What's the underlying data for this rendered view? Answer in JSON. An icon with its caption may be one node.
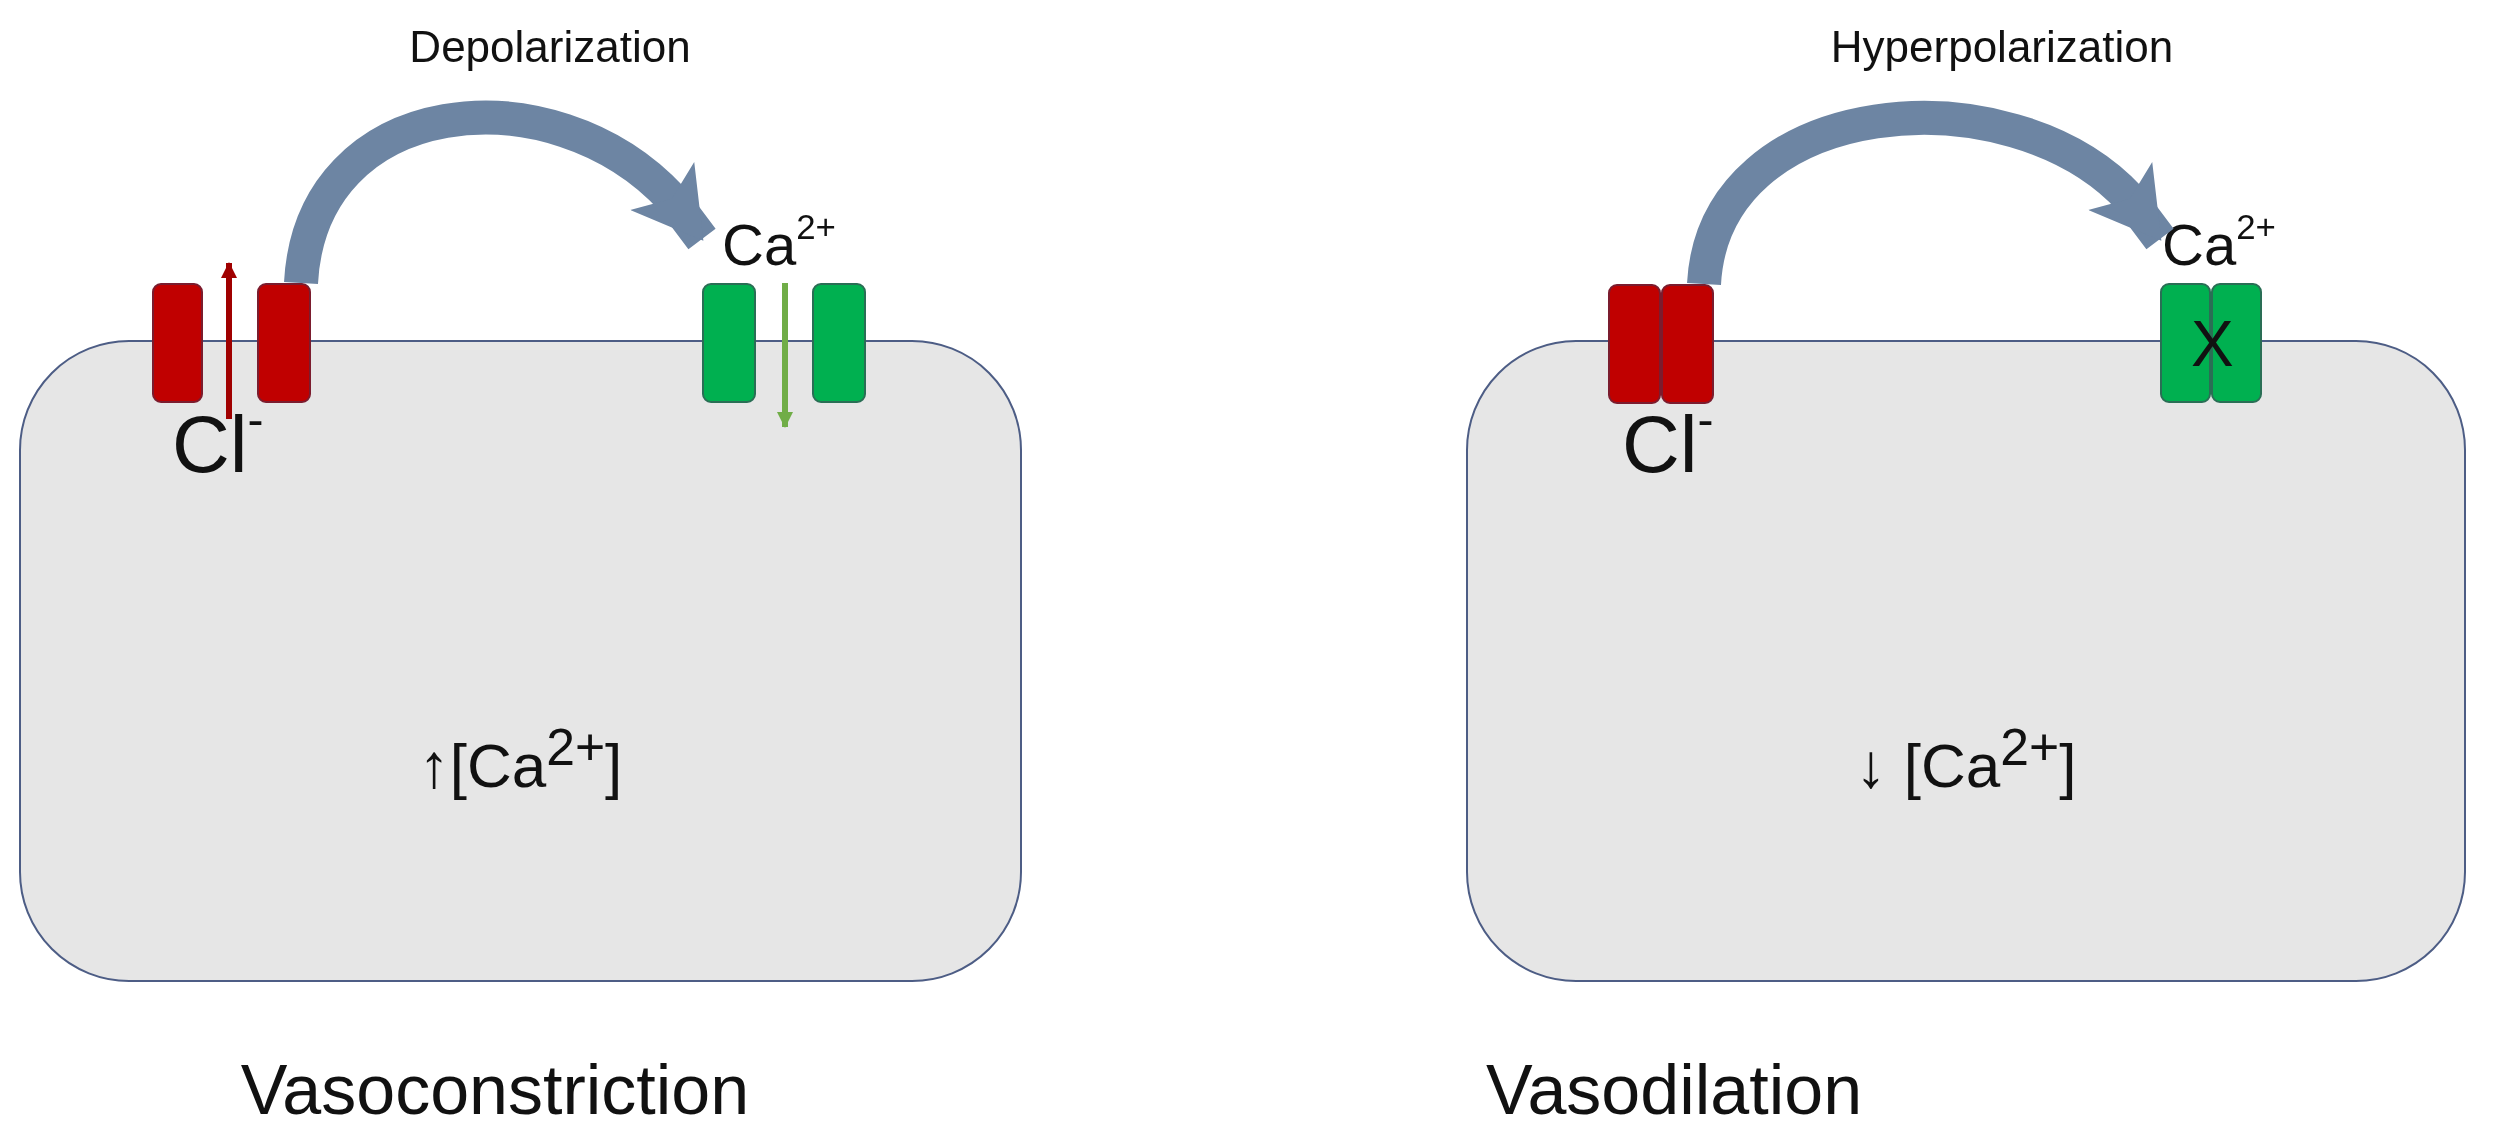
{
  "diagram": {
    "nodes": [
      {
        "text": [
          "↑[Ca$^{2+}$]"
        ],
        "beside": [
          "Vasoconstriction"
        ]
      },
      {
        "text": [
          "Cl$^{-}$"
        ]
      },
      {
        "text": [
          "Ca$^{2+}$"
        ]
      },
      {
        "text": [
          "↓ [Ca$^{2+}$]"
        ],
        "beside": [
          "Vasodilation"
        ]
      },
      {
        "text": [
          "Cl$^{-}$"
        ]
      },
      {
        "text": [
          "Ca$^{2+}$",
          "X"
        ]
      }
    ],
    "edges": [
      {
        "from": 1,
        "to": 2,
        "arrow": "to",
        "label": "Depolarization"
      },
      {
        "from": 4,
        "to": 5,
        "arrow": "to",
        "label": "Hyperpolarization"
      }
    ]
  }
}
